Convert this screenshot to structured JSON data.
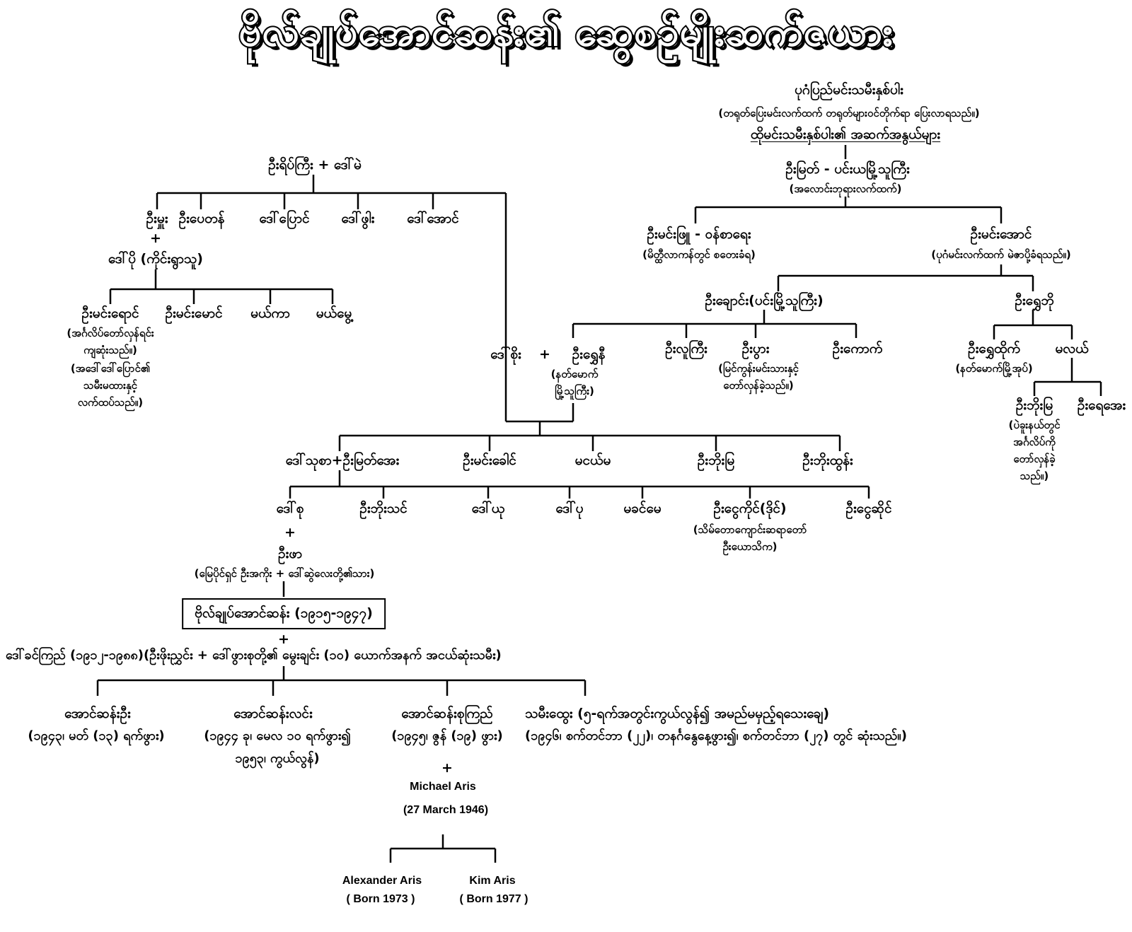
{
  "title": "ဗိုလ်ချုပ်အောင်ဆန်း၏ ဆွေစဉ်မျိုးဆက်ဇယား",
  "nodes": {
    "pakhan_header": "ပုဂံပြည်မင်းသမီးနှစ်ပါး",
    "pakhan_note": "(တရုတ်ပြေးမင်းလက်ထက် တရုတ်များဝင်တိုက်ရာ ပြေးလာရသည်။)",
    "pakhan_desc": "ထိုမင်းသမီးနှစ်ပါး၏ အဆက်အနွယ်များ",
    "u_myat": "ဦးမြတ် - ပင်းယမြို့သူကြီး",
    "u_myat_note": "(အလောင်းဘုရားလက်ထက်)",
    "u_min_phyu": "ဦးမင်းဖြူ - ဝန်စာရေး",
    "u_min_phyu_note": "(မိတ္ထီလာကန်တွင် စတေးခံရ)",
    "u_min_aung": "ဦးမင်းအောင်",
    "u_min_aung_note": "(ပုဂံမင်းလက်ထက် မဲဇာပို့ခံရသည်။)",
    "u_chaung": "ဦးချောင်း(ပင်းမြို့သူကြီး)",
    "u_shwe_bo": "ဦးရွှေဘို",
    "u_lu_gyi": "ဦးလူကြီး",
    "u_pwa": "ဦးပွား",
    "u_pwa_note1": "(မြင်ကွန်းမင်းသားနှင့်",
    "u_pwa_note2": "တော်လှန်ခဲ့သည်။)",
    "u_kaung": "ဦးကောက်",
    "u_shwe_htaik": "ဦးရွှေထိုက်",
    "u_shwe_htaik_note": "(နတ်မောက်မြို့အုပ်)",
    "ma_lay": "မလယ်",
    "u_bo_min": "ဦးဘိုးမြ",
    "u_bo_min_note1": "(ပဲခူးနယ်တွင်",
    "u_bo_min_note2": "အင်္ဂလိပ်ကို",
    "u_bo_min_note3": "တော်လှန်ခဲ့",
    "u_bo_min_note4": "သည်။)",
    "u_ye_aye": "ဦးရေအေး",
    "u_yit_gyi": "ဦးရိပ်ကြီး + ဒေါ်မဲ",
    "u_hmwe": "ဦးမှူး",
    "u_pe_tan": "ဦးပေတန်",
    "daw_pyaung": "ဒေါ်ပြောင်",
    "daw_pwa": "ဒေါ်ဖွါး",
    "daw_aung": "ဒေါ်အောင်",
    "plus": "+",
    "daw_po": "ဒေါ်ပို (ကိုင်းရွာသူ)",
    "u_min_yaung": "ဦးမင်းရောင်",
    "u_min_yaung_note1": "(အင်္ဂလိပ်တော်လှန်ရင်း",
    "u_min_yaung_note2": "ကျဆုံးသည်။)",
    "u_min_yaung_note3": "(အဒေါ်ဒေါ်ပြောင်၏",
    "u_min_yaung_note4": "သမီးမထားနှင့်",
    "u_min_yaung_note5": "လက်ထပ်သည်။)",
    "u_min_maung": "ဦးမင်းမောင်",
    "ma_yin_ka": "မယ်ကာ",
    "ma_yin_hmway": "မယ်မွေ့",
    "daw_soe": "ဒေါ်စိုး",
    "u_shwe": "ဦးရွှေနီ",
    "u_shwe_note1": "(နတ်မောက်",
    "u_shwe_note2": "မြို့သူကြီး)",
    "daw_thu_sa": "ဒေါ်သုစာ+ဦးမြတ်အေး",
    "u_min_khaing": "ဦးမင်းခေါင်",
    "ma_yin_ma": "မငယ်မ",
    "u_bo_mya": "ဦးဘိုးမြ",
    "u_bo_htun": "ဦးဘိုးထွန်း",
    "daw_suu": "ဒေါ်စု",
    "u_bo_thin": "ဦးဘိုးသင်",
    "daw_yu": "ဒေါ်ယု",
    "daw_pu": "ဒေါ်ပု",
    "ma_khin_me": "မခင်မေ",
    "u_ngwe_kaing": "ဦးငွေကိုင်(ဒိုင်)",
    "u_ngwe_kaing_note1": "(သိမ်တောကျောင်းဆရာတော်",
    "u_ngwe_kaing_note2": "ဦးယောသိက)",
    "u_ngwe_saing": "ဦးငွေဆိုင်",
    "u_pha": "ဦးဖာ",
    "u_pha_note": "(မြေပိုင်ရှင် ဦးအကိုး + ဒေါ်ဆွဲလေးတို့၏သား)",
    "aung_san": "ဗိုလ်ချုပ်အောင်ဆန်း (၁၉၁၅-၁၉၄၇)",
    "daw_khin_kyi": "ဒေါ်ခင်ကြည် (၁၉၁၂-၁၉၈၈)(ဦးဖိုးညွှင်း + ဒေါ်ဖွားစုတို့၏ မွေးချင်း (၁၀) ယောက်အနက် အငယ်ဆုံးသမီး)",
    "aung_san_oo": "အောင်ဆန်းဦး",
    "aung_san_oo_note": "(၁၉၄၃၊ မတ် (၁၃) ရက်ဖွား)",
    "aung_san_lin": "အောင်ဆန်းလင်း",
    "aung_san_lin_note1": "(၁၉၄၄ ခု၊ မေလ ၁၀ ရက်ဖွား၍",
    "aung_san_lin_note2": "၁၉၅၃၊ ကွယ်လွန်)",
    "aung_san_suu_kyi": "အောင်ဆန်းစုကြည်",
    "aung_san_suu_kyi_note": "(၁၉၄၅၊ ဇွန် (၁၉) ဖွား)",
    "daughter": "သမီးထွေး (၅-ရက်အတွင်းကွယ်လွန်၍ အမည်မမှည့်ရသေးချေ)",
    "daughter_note": "(၁၉၄၆၊ စက်တင်ဘာ (၂၂)၊ တနင်္ဂနွေနေ့ဖွား၍၊ စက်တင်ဘာ (၂၇) တွင် ဆုံးသည်။)",
    "michael_aris": "Michael Aris",
    "michael_aris_note": "(27 March 1946)",
    "alexander_aris": "Alexander Aris",
    "alexander_aris_note": "( Born 1973 )",
    "kim_aris": "Kim Aris",
    "kim_aris_note": "( Born 1977 )"
  }
}
